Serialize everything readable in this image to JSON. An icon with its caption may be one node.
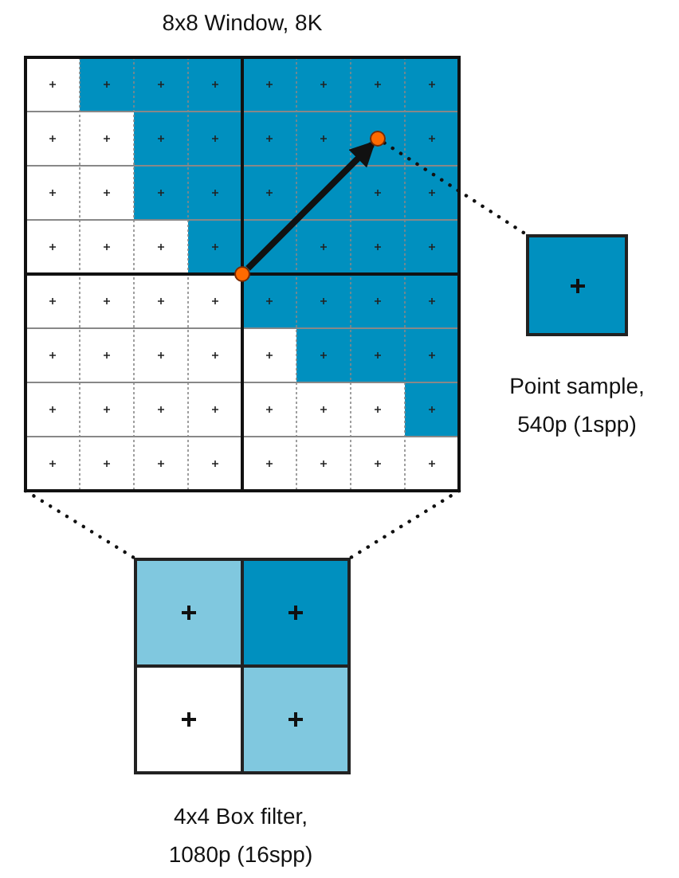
{
  "diagram": {
    "nodes": [
      {
        "text": [
          "8x8 Window, 8K"
        ]
      },
      {
        "text": [],
        "shape": "circle",
        "in": 0
      },
      {
        "text": [],
        "shape": "circle",
        "in": 0
      },
      {
        "text": [],
        "shape": "box",
        "beside": [
          "Point sample, 540p (1spp)"
        ]
      },
      {
        "text": [],
        "shape": "box",
        "beside": [
          "4x4 Box filter, 1080p (16spp)"
        ]
      }
    ],
    "edges": [
      {
        "from": 1,
        "to": 2,
        "arrow": "to",
        "style": "thick"
      },
      {
        "from": 2,
        "to": 3,
        "arrow": "none",
        "style": "dashed"
      },
      {
        "from": 0,
        "to": 4,
        "arrow": "none",
        "style": "dashed"
      },
      {
        "from": 0,
        "to": 4,
        "arrow": "none",
        "style": "dashed"
      }
    ]
  }
}
